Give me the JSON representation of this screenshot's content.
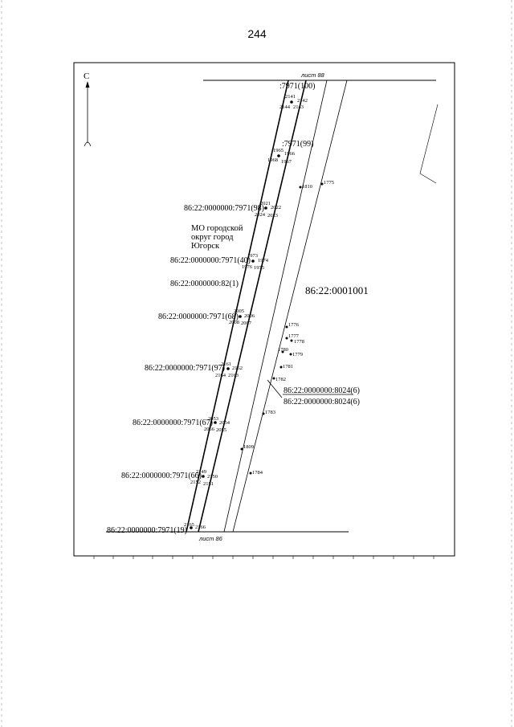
{
  "page_number": "244",
  "north_label": "С",
  "sheet_top": "лист 88",
  "sheet_bottom": "лист 86",
  "quarter_label": "86:22:0001001",
  "municipality": [
    "МО городской",
    "округ город",
    "Югорск"
  ],
  "parcels": {
    "p100": ":7971(100)",
    "p99": ":7971(99)",
    "p98": "86:22:0000000:7971(98)",
    "p40": "86:22:0000000:7971(40)",
    "p82": "86:22:0000000:82(1)",
    "p68": "86:22:0000000:7971(68)",
    "p97": "86:22:0000000:7971(97)",
    "p67": "86:22:0000000:7971(67)",
    "p66": "86:22:0000000:7971(66)",
    "p19": "86:22:0000000:7971(19)",
    "p8024a": "86:22:0000000:8024(6)",
    "p8024b": "86:22:0000000:8024(6)"
  },
  "points": {
    "n2141": "2141",
    "n2142": "2142",
    "n2144": "2144",
    "n2143": "2143",
    "n1965": "1965",
    "n1966": "1966",
    "n1968": "1968",
    "n1967": "1967",
    "n1810": "1810",
    "n1775": "1775",
    "n2021": "2021",
    "n2022": "2022",
    "n2024": "2024",
    "n2023": "2023",
    "n1973": "1973",
    "n1974": "1974",
    "n1976": "1976",
    "n1975": "1975",
    "n2005": "2005",
    "n2006": "2006",
    "n2008": "2008",
    "n2007": "2007",
    "n1776": "1776",
    "n1777": "1777",
    "n1778": "1778",
    "n1780": "1780",
    "n1779": "1779",
    "n1781": "1781",
    "n1782": "1782",
    "n1783": "1783",
    "n2161": "2161",
    "n2162": "2162",
    "n2164": "2164",
    "n2163": "2163",
    "n2053": "2053",
    "n2054": "2054",
    "n2056": "2056",
    "n2055": "2055",
    "n1809": "1809",
    "n1784": "1784",
    "n2149": "2149",
    "n2150": "2150",
    "n2152": "2152",
    "n2151": "2151",
    "n2165": "2165",
    "n2166": "2166"
  }
}
